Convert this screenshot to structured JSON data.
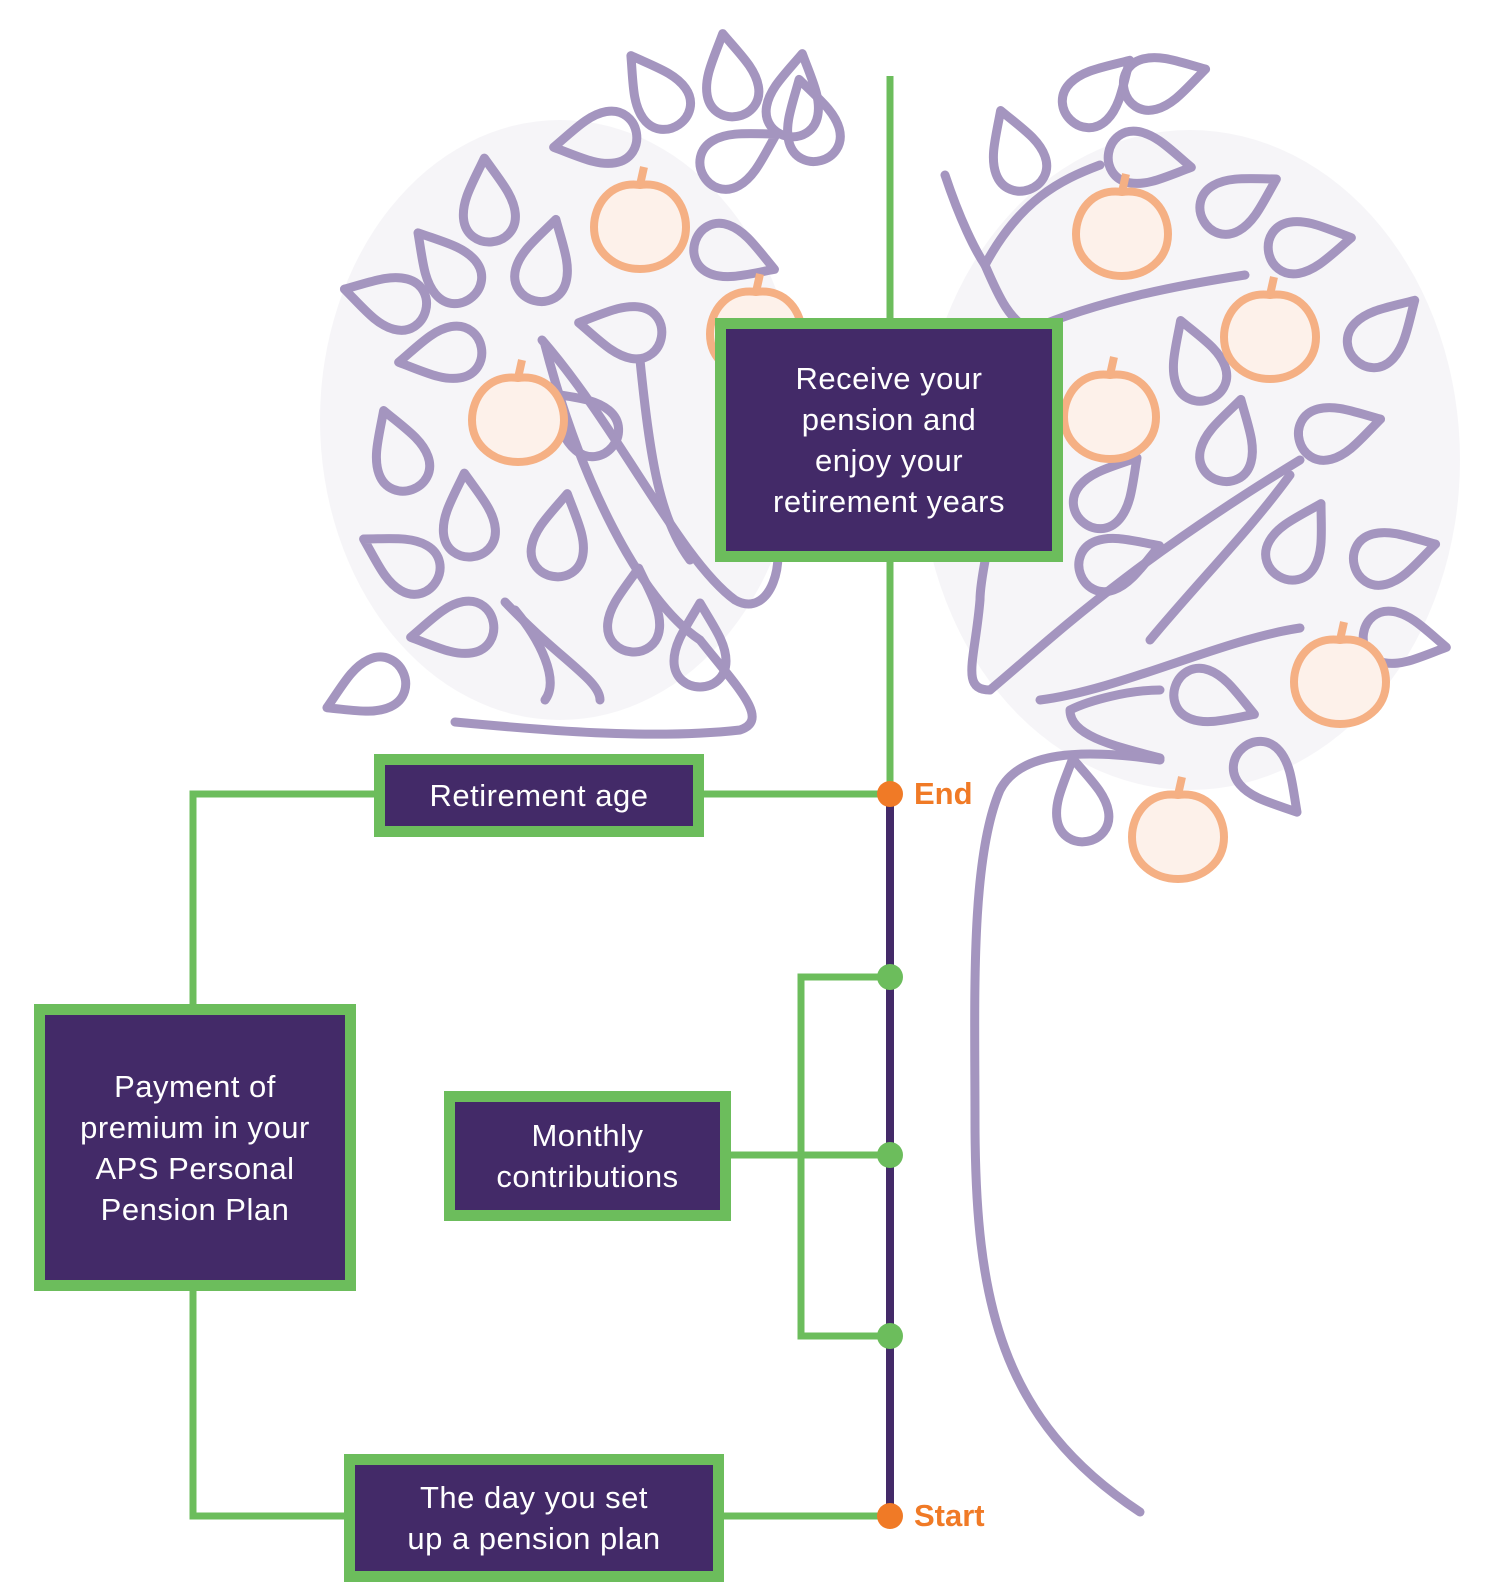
{
  "colors": {
    "box_fill": "#432a68",
    "box_border": "#6cbd5c",
    "connector_green": "#6cbd5c",
    "timeline_purple": "#432a68",
    "milestone_orange": "#f07a26",
    "tree_lavender": "#a495bf",
    "fruit_peach": "#f5b084",
    "box_text": "#ffffff"
  },
  "boxes": {
    "receive_pension": [
      "Receive your",
      "pension and",
      "enjoy your",
      "retirement years"
    ],
    "retirement_age": [
      "Retirement age"
    ],
    "payment_of_premium": [
      "Payment of",
      "premium in your",
      "APS Personal",
      "Pension Plan"
    ],
    "monthly_contributions": [
      "Monthly",
      "contributions"
    ],
    "setup_day": [
      "The day you set",
      "up a pension plan"
    ]
  },
  "timeline": {
    "end_label": "End",
    "start_label": "Start"
  }
}
